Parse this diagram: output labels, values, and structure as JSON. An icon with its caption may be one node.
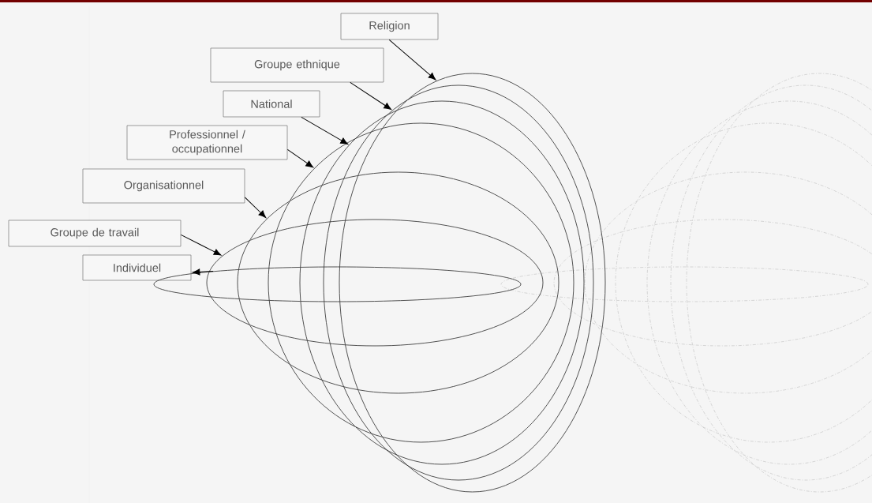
{
  "diagram": {
    "nodes": [
      {
        "text": [
          "Religion"
        ]
      },
      {
        "text": [
          "Groupe ethnique"
        ]
      },
      {
        "text": [
          "National"
        ]
      },
      {
        "text": [
          "Professionnel / occupationnel"
        ]
      },
      {
        "text": [
          "Organisationnel"
        ]
      },
      {
        "text": [
          "Groupe de travail"
        ]
      },
      {
        "text": [
          "Individuel"
        ]
      },
      {
        "text": [],
        "shape": "ellipse"
      },
      {
        "text": [],
        "shape": "ellipse"
      },
      {
        "text": [],
        "shape": "ellipse"
      },
      {
        "text": [],
        "shape": "ellipse"
      },
      {
        "text": [],
        "shape": "ellipse"
      },
      {
        "text": [],
        "shape": "ellipse"
      },
      {
        "text": [],
        "shape": "ellipse"
      }
    ],
    "edges": [
      {
        "from": 0,
        "to": 13,
        "arrow": "to"
      },
      {
        "from": 1,
        "to": 12,
        "arrow": "to"
      },
      {
        "from": 2,
        "to": 11,
        "arrow": "to"
      },
      {
        "from": 3,
        "to": 10,
        "arrow": "to"
      },
      {
        "from": 4,
        "to": 9,
        "arrow": "to"
      },
      {
        "from": 5,
        "to": 8,
        "arrow": "to"
      },
      {
        "from": 7,
        "to": 6,
        "arrow": "to"
      }
    ]
  }
}
